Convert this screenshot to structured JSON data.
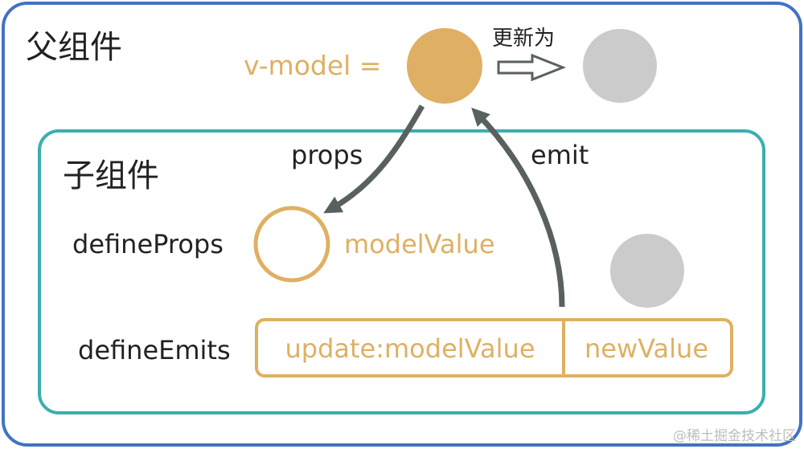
{
  "parent": {
    "title": "父组件",
    "vmodel_label": "v-model =",
    "update_label": "更新为"
  },
  "child": {
    "title": "子组件",
    "define_props_label": "defineProps",
    "model_value_label": "modelValue",
    "define_emits_label": "defineEmits",
    "emit_event_label": "update:modelValue",
    "emit_payload_label": "newValue"
  },
  "arrows": {
    "props_label": "props",
    "emit_label": "emit"
  },
  "watermark": "@稀土掘金技术社区",
  "colors": {
    "outer_border": "#4472c4",
    "inner_border": "#3aafb0",
    "gold": "#dfb063",
    "gray_circle": "#cbcbcb",
    "arrow": "#596060",
    "text": "#222222"
  }
}
